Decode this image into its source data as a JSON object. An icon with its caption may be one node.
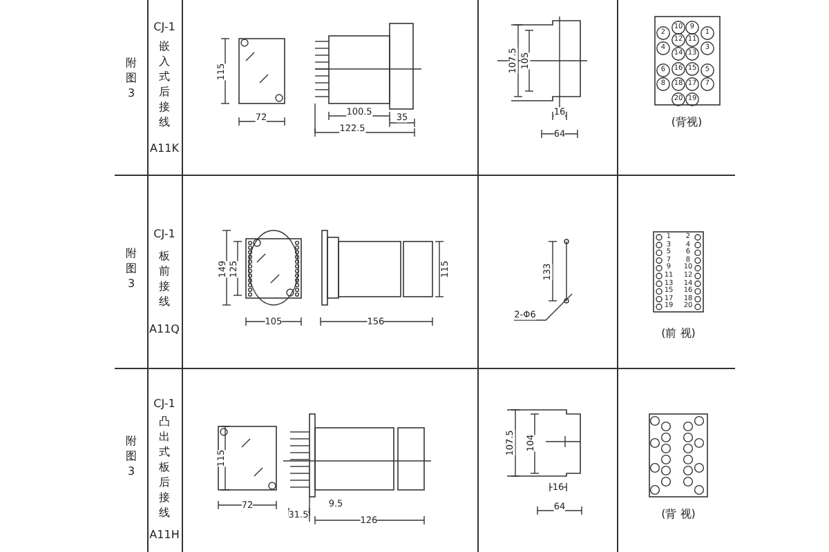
{
  "diagram": {
    "labels": [
      "附图3",
      "CJ-1",
      "嵌入式后接线",
      "A11K",
      "115",
      "72",
      "100.5",
      "122.5",
      "35",
      "107.5",
      "105",
      "16",
      "64",
      "2",
      "10",
      "9",
      "1",
      "12",
      "11",
      "4",
      "3",
      "14",
      "13",
      "6",
      "16",
      "15",
      "5",
      "8",
      "18",
      "17",
      "7",
      "20",
      "19",
      "(背视)",
      "附图3",
      "CJ-1",
      "板前接线",
      "A11Q",
      "149",
      "125",
      "105",
      "115",
      "156",
      "133",
      "2-Φ6",
      "1",
      "2",
      "3",
      "4",
      "5",
      "6",
      "7",
      "8",
      "9",
      "10",
      "11",
      "12",
      "13",
      "14",
      "15",
      "16",
      "17",
      "18",
      "19",
      "20",
      "(前 视)",
      "附图3",
      "CJ-1",
      "凸出式板后接线",
      "A11H",
      "115",
      "72",
      "9.5",
      "31.5",
      "126",
      "107.5",
      "104",
      "16",
      "64",
      "(背 视)"
    ]
  }
}
